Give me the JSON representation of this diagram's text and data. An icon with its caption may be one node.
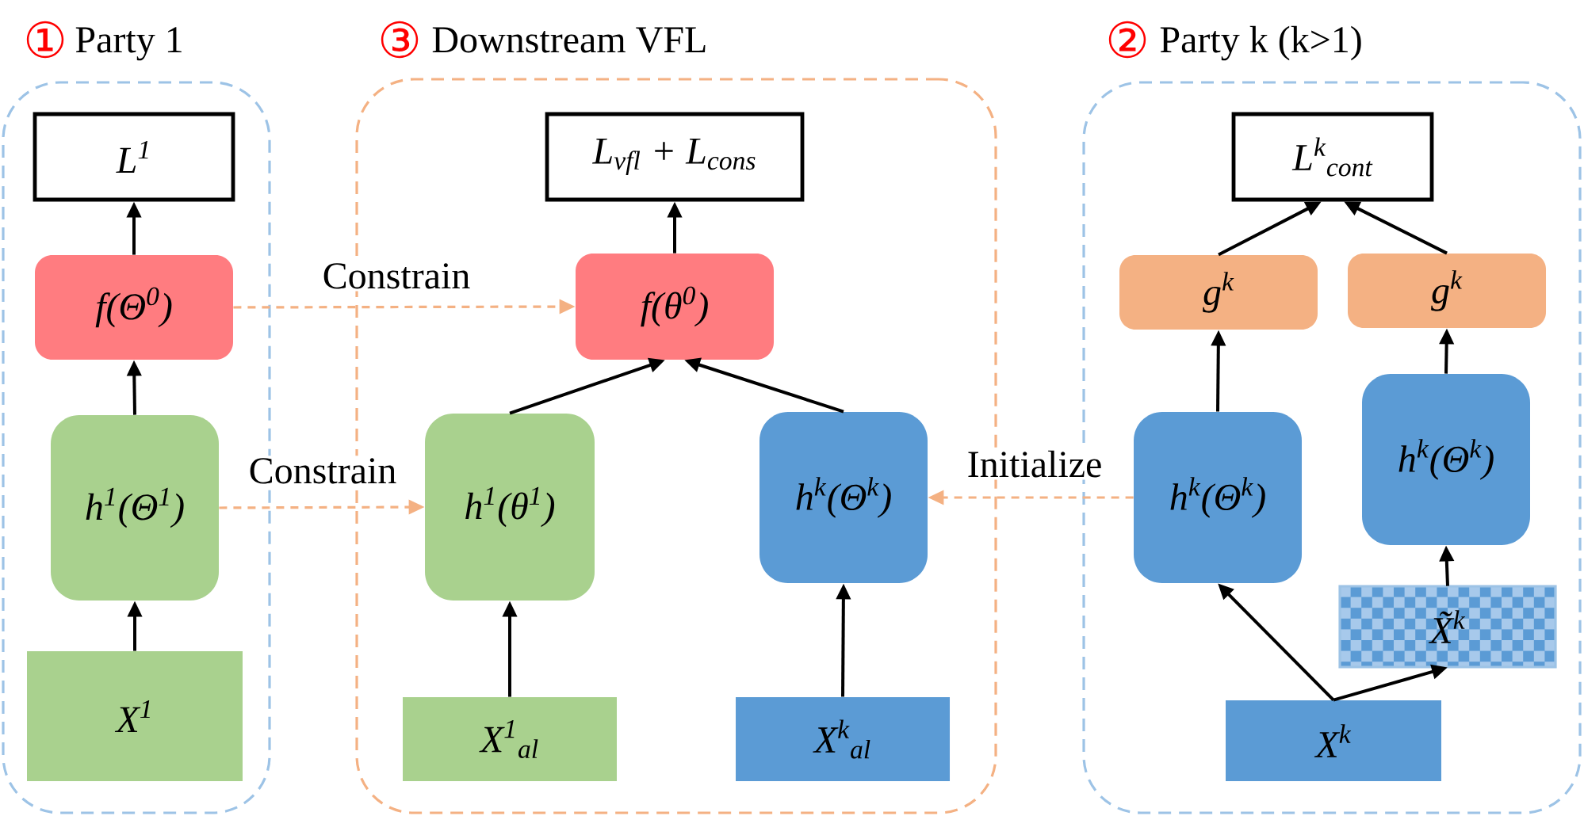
{
  "diagram": {
    "nodes": [
      {
        "text": [
          "①",
          "Party 1"
        ]
      },
      {
        "text": [
          "L$^{1}$"
        ],
        "in": 0
      },
      {
        "text": [
          "f(Θ$^{0}$)"
        ],
        "in": 0
      },
      {
        "text": [
          "h$^{1}$(Θ$^{1}$)"
        ],
        "in": 0
      },
      {
        "text": [
          "X$^{1}$"
        ],
        "in": 0
      },
      {
        "text": [
          "③",
          "Downstream VFL"
        ]
      },
      {
        "text": [
          "L$_{vfl}$ + L$_{cons}$"
        ],
        "in": 5
      },
      {
        "text": [
          "f(θ$^{0}$)"
        ],
        "in": 5
      },
      {
        "text": [
          "h$^{1}$(θ$^{1}$)"
        ],
        "in": 5
      },
      {
        "text": [
          "h$^{k}$(Θ$^{k}$)"
        ],
        "in": 5
      },
      {
        "text": [
          "X$^{1}$$_{al}$"
        ],
        "in": 5
      },
      {
        "text": [
          "X$^{k}$$_{al}$"
        ],
        "in": 5
      },
      {
        "text": [
          "②",
          "Party k (k>1)"
        ]
      },
      {
        "text": [
          "L$^{k}$$_{cont}$"
        ],
        "in": 12
      },
      {
        "text": [
          "g$^{k}$"
        ],
        "in": 12
      },
      {
        "text": [
          "g$^{k}$"
        ],
        "in": 12
      },
      {
        "text": [
          "h$^{k}$(Θ$^{k}$)"
        ],
        "in": 12
      },
      {
        "text": [
          "h$^{k}$(Θ$^{k}$)"
        ],
        "in": 12
      },
      {
        "text": [
          "X̃$^{k}$"
        ],
        "in": 12
      },
      {
        "text": [
          "X$^{k}$"
        ],
        "in": 12
      }
    ],
    "edges": [
      {
        "from": 4,
        "to": 3,
        "arrow": "to"
      },
      {
        "from": 3,
        "to": 2,
        "arrow": "to"
      },
      {
        "from": 2,
        "to": 1,
        "arrow": "to"
      },
      {
        "from": 2,
        "to": 7,
        "arrow": "to",
        "label": "Constrain",
        "style": "dashed",
        "color": "#f4b183"
      },
      {
        "from": 3,
        "to": 8,
        "arrow": "to",
        "label": "Constrain",
        "style": "dashed",
        "color": "#f4b183"
      },
      {
        "from": 10,
        "to": 8,
        "arrow": "to"
      },
      {
        "from": 11,
        "to": 9,
        "arrow": "to"
      },
      {
        "from": 8,
        "to": 7,
        "arrow": "to"
      },
      {
        "from": 9,
        "to": 7,
        "arrow": "to"
      },
      {
        "from": 7,
        "to": 6,
        "arrow": "to"
      },
      {
        "from": 16,
        "to": 9,
        "arrow": "to",
        "label": "Initialize",
        "style": "dashed",
        "color": "#f4b183"
      },
      {
        "from": 19,
        "to": 16,
        "arrow": "to"
      },
      {
        "from": 19,
        "to": 18,
        "arrow": "to"
      },
      {
        "from": 18,
        "to": 17,
        "arrow": "to"
      },
      {
        "from": 16,
        "to": 14,
        "arrow": "to"
      },
      {
        "from": 17,
        "to": 15,
        "arrow": "to"
      },
      {
        "from": 14,
        "to": 13,
        "arrow": "to"
      },
      {
        "from": 15,
        "to": 13,
        "arrow": "to"
      }
    ]
  }
}
